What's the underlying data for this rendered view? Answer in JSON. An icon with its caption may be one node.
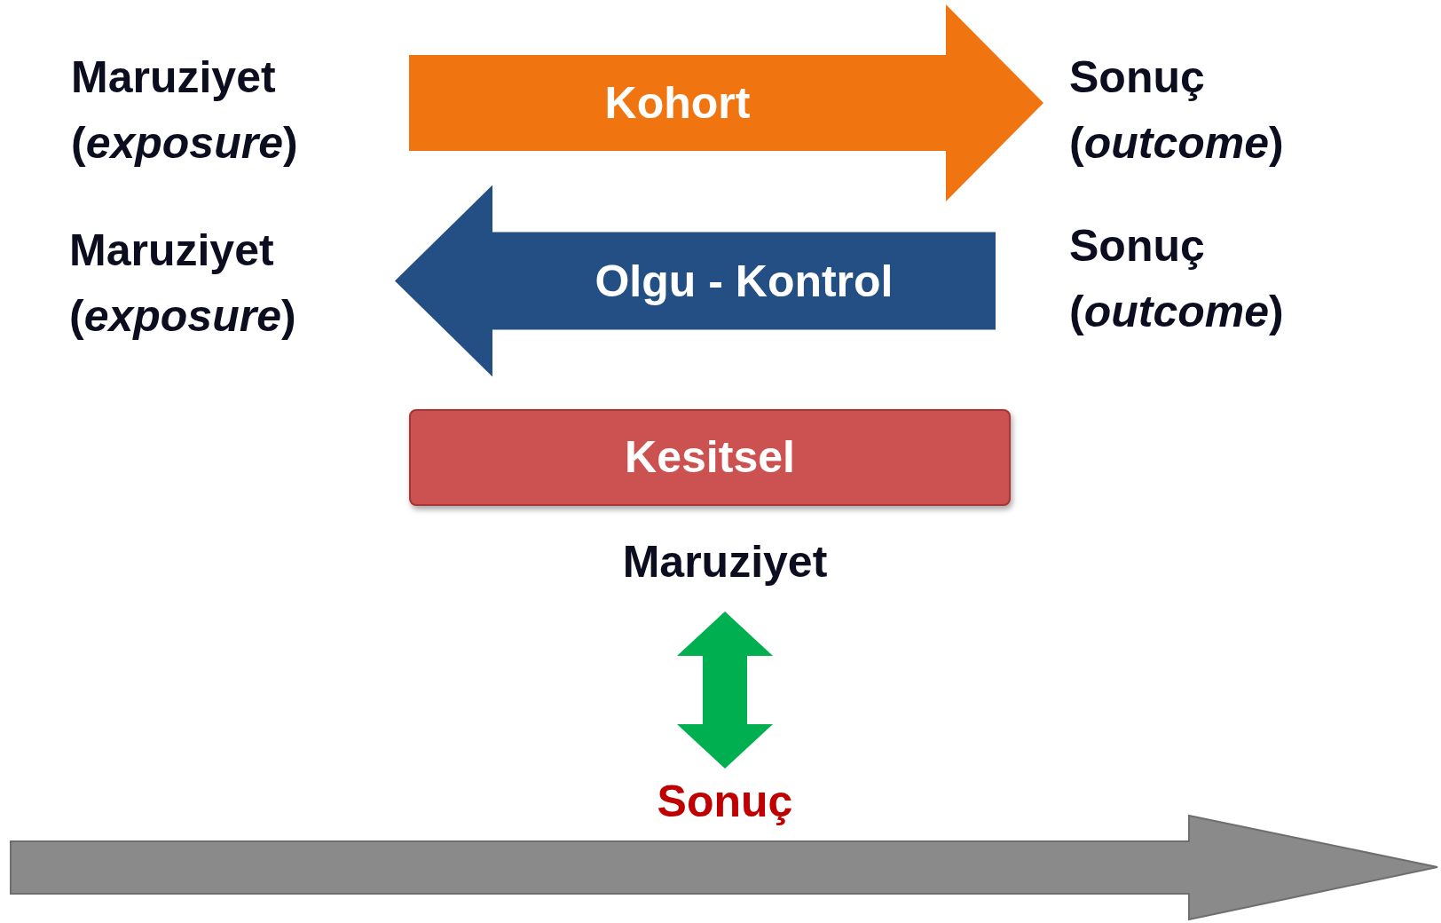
{
  "diagram": {
    "nodes": [
      {
        "text": [
          "Maruziyet (*exposure*)"
        ]
      },
      {
        "text": [
          "Sonuç (*outcome*)"
        ]
      },
      {
        "text": [
          "Maruziyet (*exposure*)"
        ]
      },
      {
        "text": [
          "Sonuç (*outcome*)"
        ]
      },
      {
        "text": [
          "Kesitsel"
        ]
      },
      {
        "text": [
          "Maruziyet"
        ]
      },
      {
        "text": [
          "Sonuç"
        ]
      }
    ],
    "edges": [
      {
        "from": 0,
        "to": 1,
        "arrow": "to",
        "label": "Kohort",
        "color": "#f07510"
      },
      {
        "from": 3,
        "to": 2,
        "arrow": "to",
        "label": "Olgu - Kontrol",
        "color": "#234f84"
      },
      {
        "from": 5,
        "to": 6,
        "arrow": "both",
        "color": "#00b050"
      }
    ]
  }
}
